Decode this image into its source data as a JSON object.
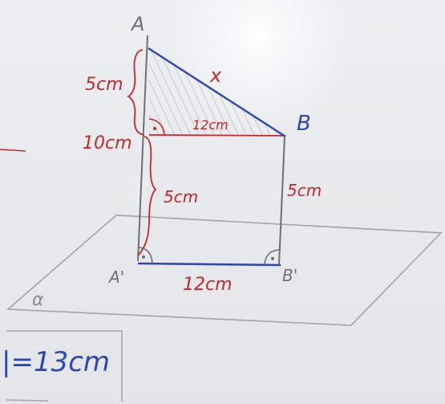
{
  "labels": {
    "point_a": "A",
    "point_b": "B",
    "point_a_prime": "A'",
    "point_b_prime": "B'",
    "upper_segment": "5cm",
    "total_height": "10cm",
    "top_width": "12cm",
    "lower_segment": "5cm",
    "right_side": "5cm",
    "bottom_width": "12cm",
    "hypotenuse": "x",
    "plane": "α",
    "result": "|=13cm"
  },
  "colors": {
    "red_ink": "#c8262c",
    "blue_ink": "#2f46b8",
    "gray_ink": "#6d6f74",
    "board": "#e9ebee"
  }
}
